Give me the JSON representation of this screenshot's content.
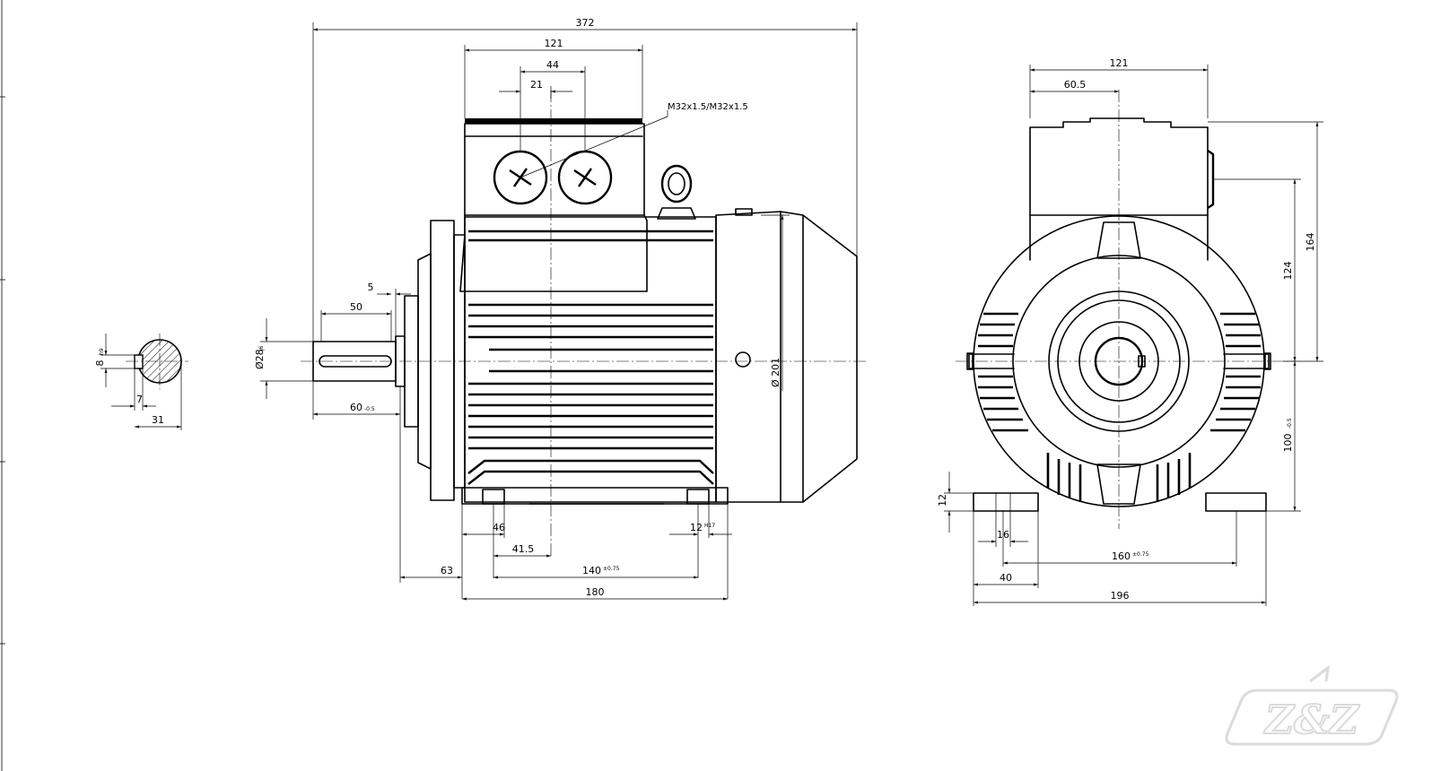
{
  "logo": {
    "text": "Z&Z"
  },
  "callout": {
    "gland_label": "M32x1.5/M32x1.5"
  },
  "dimensions": {
    "side_view": {
      "overall_length": "372",
      "terminal_box_length": "121",
      "gland_spacing": "44",
      "gland_offset": "21",
      "shaft_key_length": "50",
      "key_offset": "5",
      "shaft_length": "60",
      "shaft_length_tol": "-0.5",
      "shaft_diameter": "Ø28",
      "shaft_diameter_tol": "j6",
      "frame_diameter": "Ø 201",
      "foot_width": "46",
      "foot_offset": "41.5",
      "shoulder_to_foot": "63",
      "foot_spacing": "140",
      "foot_spacing_tol": "±0.75",
      "foot_hole": "12",
      "foot_hole_tol": "H17",
      "base_length": "180"
    },
    "shaft_section": {
      "key_width": "8",
      "key_width_tol": "h9",
      "key_depth": "7",
      "section_height": "31"
    },
    "front_view": {
      "box_width": "121",
      "box_half_width": "60.5",
      "overall_height": "164",
      "box_above_axis": "124",
      "shaft_height": "100",
      "shaft_height_tol": "-0.5",
      "foot_thickness": "12",
      "foot_slot": "16",
      "foot_hole_spacing": "160",
      "foot_hole_spacing_tol": "±0.75",
      "foot_edge": "40",
      "overall_width": "196"
    }
  }
}
